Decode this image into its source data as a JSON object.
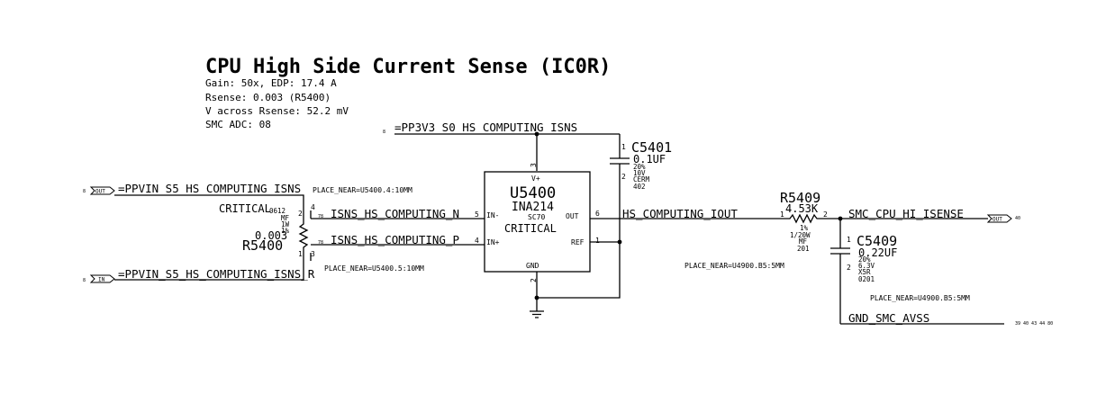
{
  "title": "CPU High Side Current Sense (IC0R)",
  "notes": [
    "Gain: 50x, EDP: 17.4 A",
    "Rsense: 0.003 (R5400)",
    "V across Rsense: 52.2 mV",
    "SMC ADC: 08"
  ],
  "nets": {
    "pp3v3": "=PP3V3_S0_HS_COMPUTING_ISNS",
    "ppvin_top": "=PPVIN_S5_HS_COMPUTING_ISNS",
    "ppvin_bot": "=PPVIN_S5_HS_COMPUTING_ISNS_R",
    "isns_n": "ISNS_HS_COMPUTING_N",
    "isns_p": "ISNS_HS_COMPUTING_P",
    "iout": "HS_COMPUTING_IOUT",
    "smc_isense": "SMC_CPU_HI_ISENSE",
    "gnd_avss": "GND_SMC_AVSS"
  },
  "ports": {
    "out_left": "OUT",
    "in_left": "IN",
    "out_right": "OUT"
  },
  "page_refs": {
    "pp3v3": "8",
    "ppvin_top": "8",
    "ppvin_bot": "8",
    "isns_n": "78",
    "isns_p": "78",
    "smc_out": "40",
    "gnd": "39 40 43 44 80"
  },
  "u5400": {
    "ref": "U5400",
    "part": "INA214",
    "pkg": "SC70",
    "attr": "CRITICAL",
    "pins": {
      "vplus": "V+",
      "inm": "IN-",
      "inp": "IN+",
      "out": "OUT",
      "ref": "REF",
      "gnd": "GND"
    },
    "pin_numbers": {
      "vplus": "3",
      "inm": "5",
      "inp": "4",
      "out": "6",
      "ref": "1",
      "gnd": "2"
    }
  },
  "r5400": {
    "ref": "R5400",
    "attr": "CRITICAL",
    "value": "0.003",
    "specs": [
      "0612",
      "MF",
      "1W",
      "1%"
    ],
    "pins": [
      "1",
      "2",
      "3",
      "4"
    ],
    "place_top": "PLACE_NEAR=U5400.4:10MM",
    "place_bot": "PLACE_NEAR=U5400.5:10MM"
  },
  "c5401": {
    "ref": "C5401",
    "value": "0.1UF",
    "specs": [
      "20%",
      "10V",
      "CERM",
      "402"
    ],
    "pins": [
      "1",
      "2"
    ]
  },
  "r5409": {
    "ref": "R5409",
    "value": "4.53K",
    "specs": [
      "1%",
      "1/20W",
      "MF",
      "201"
    ],
    "pins": [
      "1",
      "2"
    ],
    "place": "PLACE_NEAR=U4900.B5:5MM"
  },
  "c5409": {
    "ref": "C5409",
    "value": "0.22UF",
    "specs": [
      "20%",
      "6.3V",
      "X5R",
      "0201"
    ],
    "pins": [
      "1",
      "2"
    ],
    "place": "PLACE_NEAR=U4900.B5:5MM"
  }
}
